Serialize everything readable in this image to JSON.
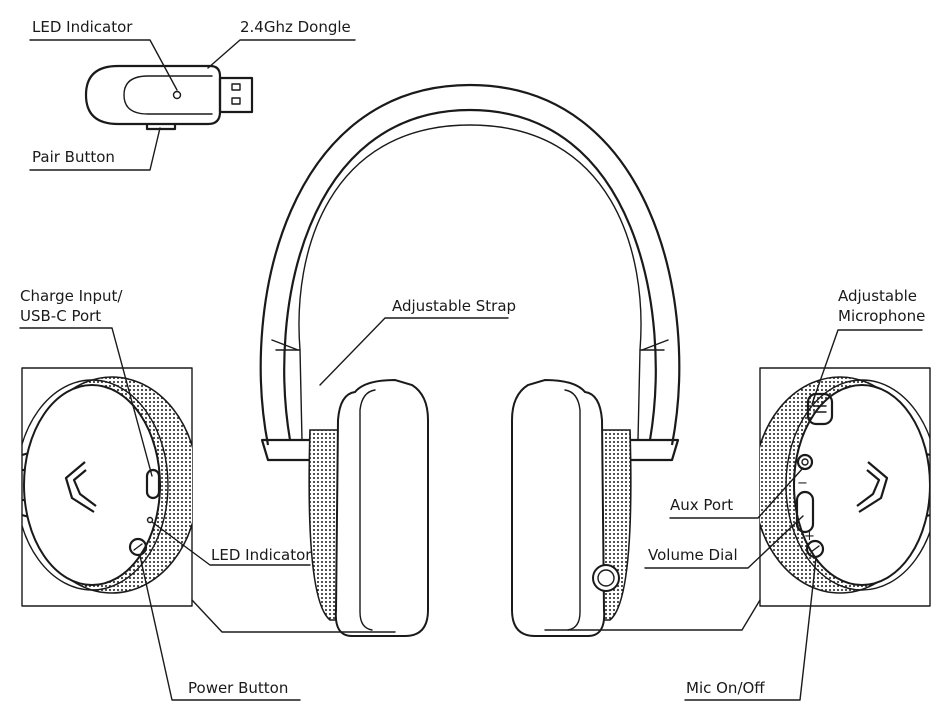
{
  "labels": {
    "led_indicator_dongle": "LED Indicator",
    "dongle": "2.4Ghz Dongle",
    "pair_button": "Pair Button",
    "charge_input_line1": "Charge Input/",
    "charge_input_line2": "USB-C Port",
    "adjustable_strap": "Adjustable Strap",
    "adjustable_mic_line1": "Adjustable",
    "adjustable_mic_line2": "Microphone",
    "led_indicator_earcup": "LED Indicator",
    "power_button": "Power Button",
    "aux_port": "Aux Port",
    "volume_dial": "Volume Dial",
    "mic_on_off": "Mic On/Off"
  },
  "markings": {
    "minus": "−",
    "plus": "+"
  }
}
